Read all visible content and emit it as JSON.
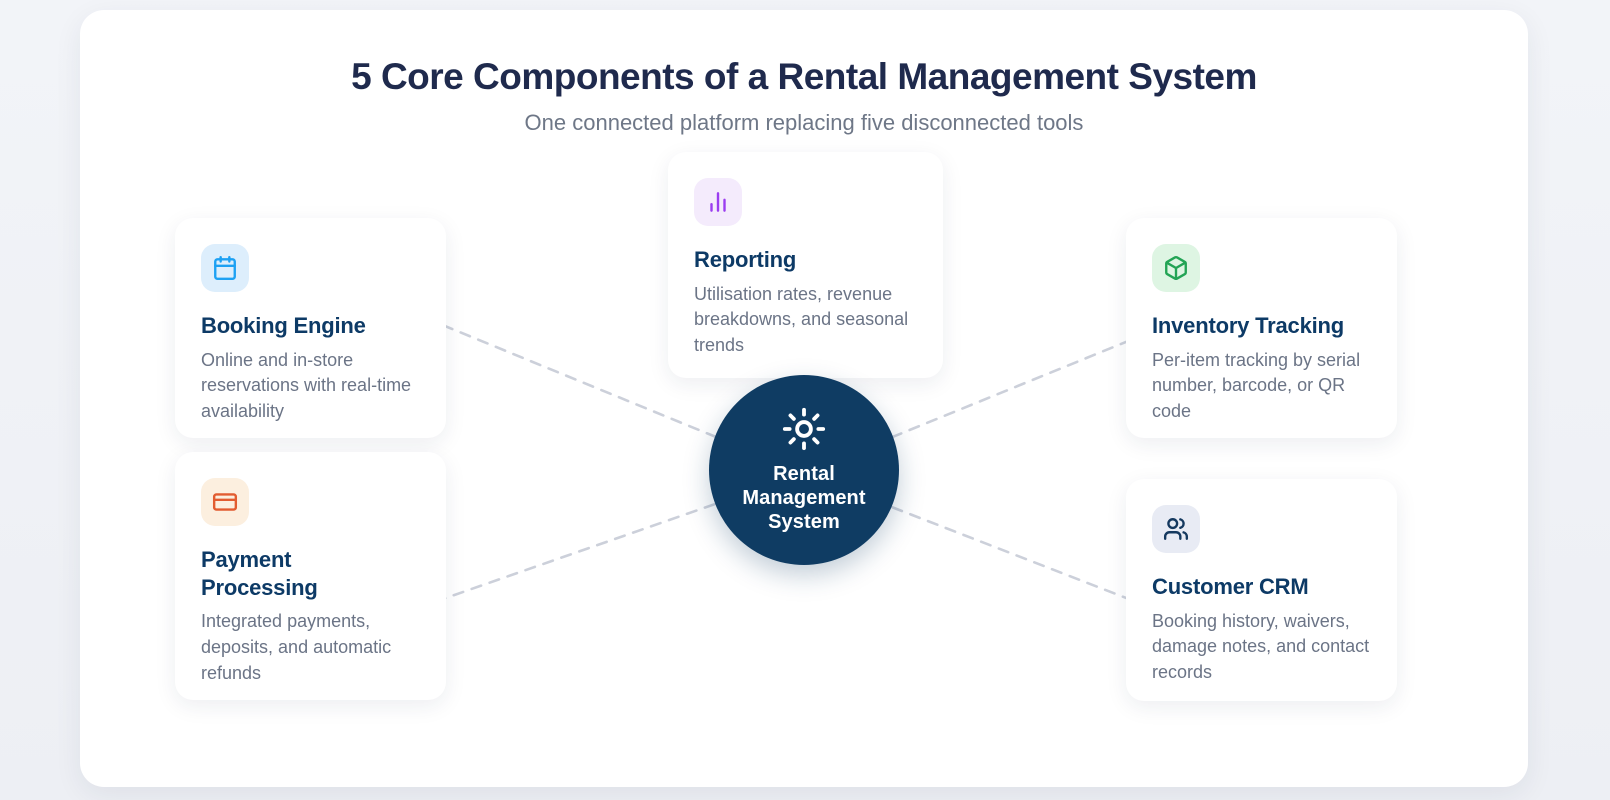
{
  "header": {
    "title": "5 Core Components of a Rental Management System",
    "subtitle": "One connected platform replacing five disconnected tools"
  },
  "hub": {
    "label": "Rental Management System",
    "icon": "sun-icon",
    "bg_color": "#0f3c63",
    "text_color": "#ffffff"
  },
  "cards": [
    {
      "id": "reporting",
      "title": "Reporting",
      "description": "Utilisation rates, revenue breakdowns, and seasonal trends",
      "icon": "bar-chart-icon",
      "icon_color": "#9b3df0",
      "icon_bg": "#f4ebfc"
    },
    {
      "id": "booking-engine",
      "title": "Booking Engine",
      "description": "Online and in-store reservations with real-time availability",
      "icon": "calendar-icon",
      "icon_color": "#1da1f3",
      "icon_bg": "#ddeefc"
    },
    {
      "id": "payment-processing",
      "title": "Payment Processing",
      "description": "Integrated payments, deposits, and automatic refunds",
      "icon": "credit-card-icon",
      "icon_color": "#e25c30",
      "icon_bg": "#fcefdf"
    },
    {
      "id": "inventory-tracking",
      "title": "Inventory Tracking",
      "description": "Per-item tracking by serial number, barcode, or QR code",
      "icon": "box-icon",
      "icon_color": "#23a455",
      "icon_bg": "#def5e3"
    },
    {
      "id": "customer-crm",
      "title": "Customer CRM",
      "description": "Booking history, waivers, damage notes, and contact records",
      "icon": "users-icon",
      "icon_color": "#15395f",
      "icon_bg": "#e8ebf4"
    }
  ],
  "colors": {
    "page_bg": "#eef0f5",
    "panel_bg": "#ffffff",
    "heading": "#1f2a4d",
    "subtitle": "#6e7787",
    "card_title": "#0d3a66",
    "body_text": "#6b7486",
    "connector": "#ccd0da"
  }
}
